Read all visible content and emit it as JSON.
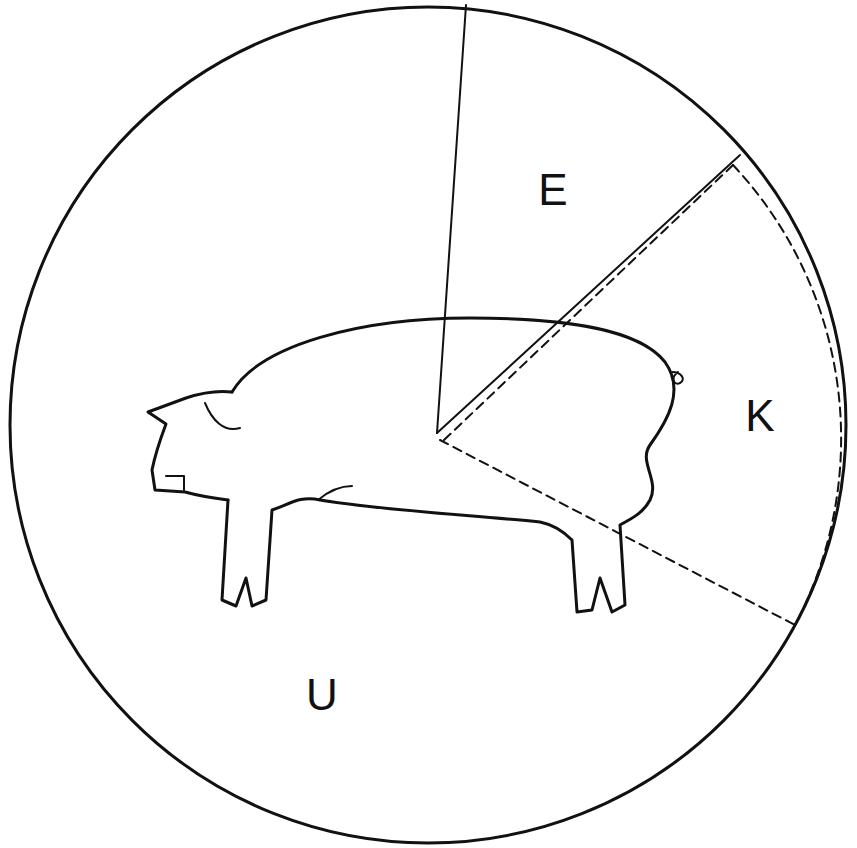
{
  "diagram": {
    "labels": [
      "E",
      "K",
      "U"
    ]
  }
}
